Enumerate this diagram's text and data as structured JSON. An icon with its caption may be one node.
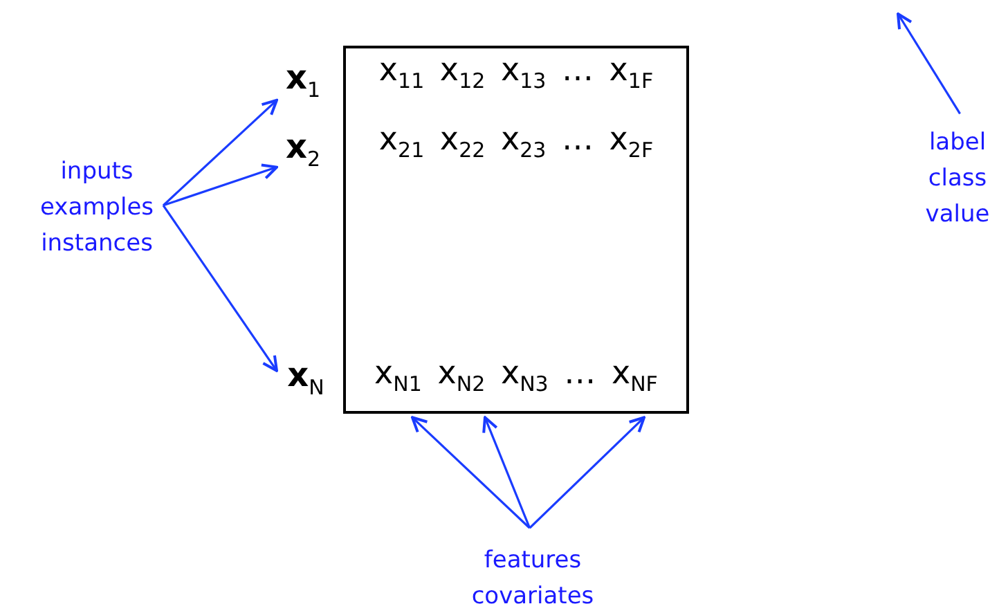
{
  "diagram": {
    "nodes": [
      {
        "text": [
          "inputs examples instances"
        ]
      },
      {
        "text": [
          "**x**$_{1}$"
        ]
      },
      {
        "text": [
          "**x**$_{2}$"
        ]
      },
      {
        "text": [
          "**x**$_{N}$"
        ]
      },
      {
        "text": [
          "x$_{11}$ x$_{12}$ x$_{13}$ … x$_{1F}$",
          "x$_{21}$ x$_{22}$ x$_{23}$ … x$_{2F}$",
          "x$_{N1}$ x$_{N2}$ x$_{N3}$ … x$_{NF}$"
        ]
      },
      {
        "text": [
          "features covariates"
        ]
      },
      {
        "text": [
          "label class value"
        ]
      }
    ],
    "edges": [
      {
        "from": 0,
        "to": 1,
        "arrow": "to",
        "color": "#1a3cff"
      },
      {
        "from": 0,
        "to": 2,
        "arrow": "to",
        "color": "#1a3cff"
      },
      {
        "from": 0,
        "to": 3,
        "arrow": "to",
        "color": "#1a3cff"
      },
      {
        "from": 5,
        "to": 4,
        "arrow": "to",
        "color": "#1a3cff"
      },
      {
        "from": 5,
        "to": 4,
        "arrow": "to",
        "color": "#1a3cff"
      },
      {
        "from": 5,
        "to": 4,
        "arrow": "to",
        "color": "#1a3cff"
      },
      {
        "from": 6,
        "to": null,
        "arrow": "to",
        "color": "#1a3cff"
      }
    ]
  }
}
